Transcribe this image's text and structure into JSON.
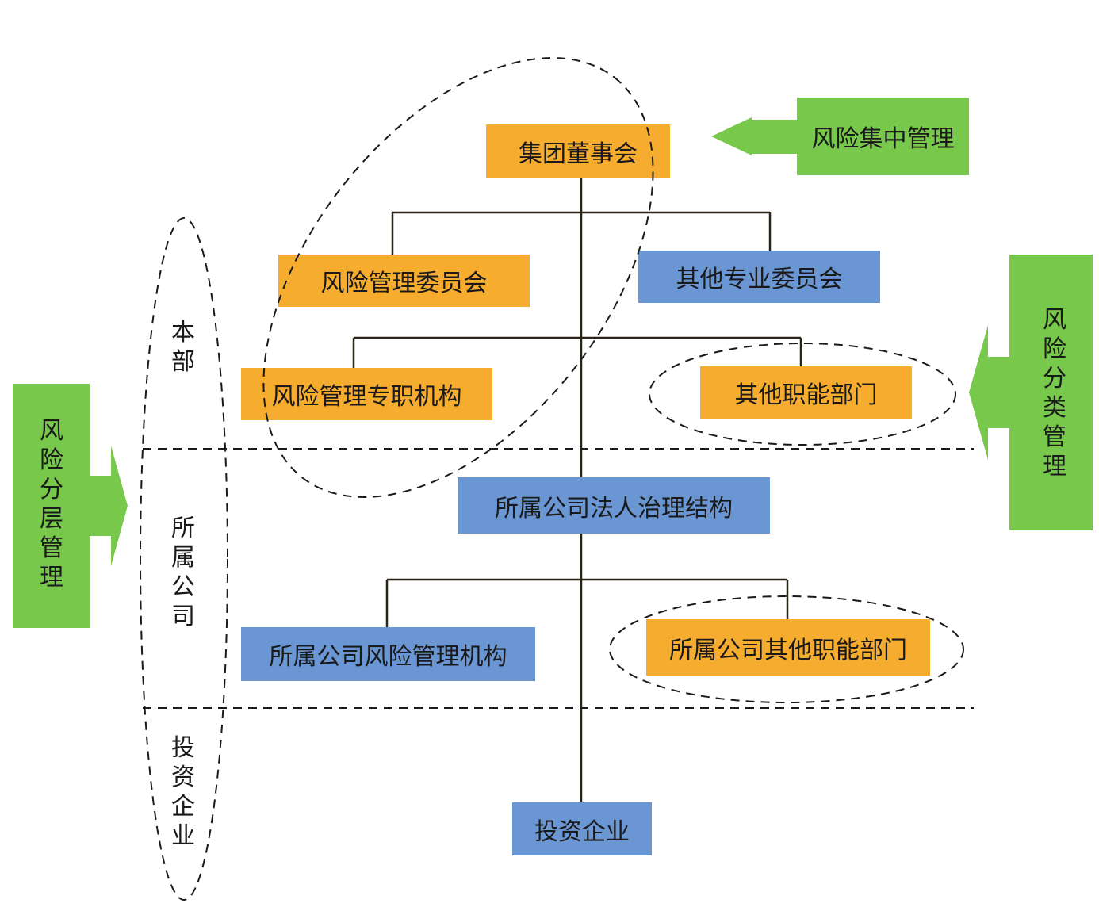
{
  "nodes": {
    "board": "集团董事会",
    "risk_committee": "风险管理委员会",
    "other_committee": "其他专业委员会",
    "risk_dept": "风险管理专职机构",
    "other_dept": "其他职能部门",
    "sub_governance": "所属公司法人治理结构",
    "sub_risk_dept": "所属公司风险管理机构",
    "sub_other_dept": "所属公司其他职能部门",
    "investee": "投资企业"
  },
  "levels": {
    "headquarters": "本部",
    "subsidiary": "所属公司",
    "investee": "投资企业"
  },
  "arrows": {
    "centralized": "风险集中管理",
    "layered": "风险分层管理",
    "categorized": "风险分类管理"
  },
  "colors": {
    "orange": "#f5ac2f",
    "blue": "#6a96d4",
    "green": "#78c84c",
    "line": "#2a2418"
  }
}
